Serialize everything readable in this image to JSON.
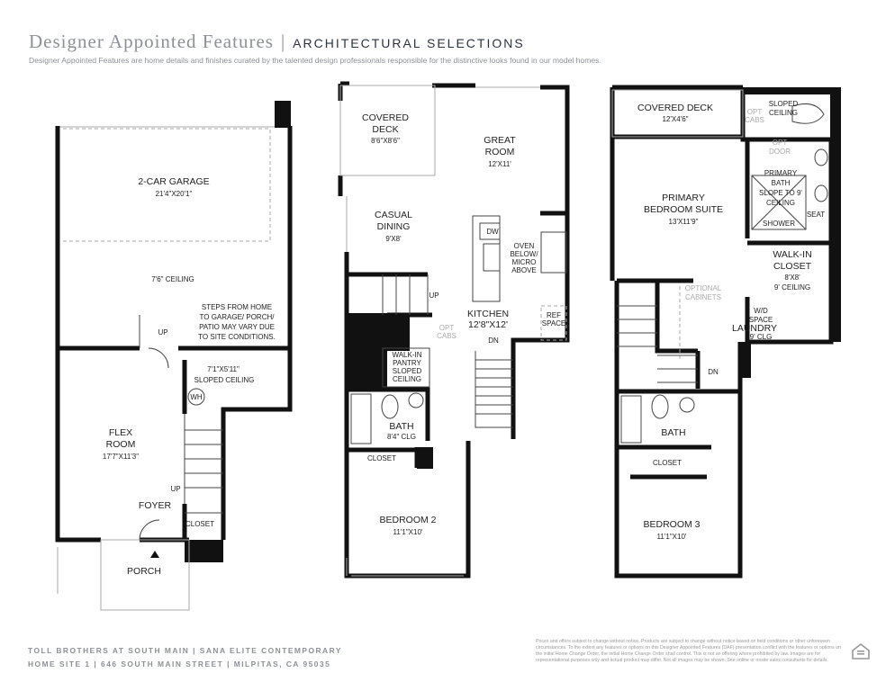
{
  "header": {
    "title": "Designer Appointed Features",
    "separator": "|",
    "subtitle": "ARCHITECTURAL SELECTIONS",
    "description": "Designer Appointed Features are home details and finishes curated by the talented design professionals responsible for the distinctive looks found in our model homes."
  },
  "first_floor": {
    "garage": {
      "name": "2-CAR GARAGE",
      "dims": "21'4\"X20'1\"",
      "ceiling": "7'6\" CEILING"
    },
    "steps_note": [
      "STEPS FROM HOME",
      "TO GARAGE/ PORCH/",
      "PATIO MAY VARY DUE",
      "TO SITE CONDITIONS."
    ],
    "storage": {
      "dims": "7'1\"X5'11\"",
      "note": "SLOPED CEILING",
      "wh": "WH"
    },
    "flex": {
      "name": "FLEX",
      "name2": "ROOM",
      "dims": "17'7\"X11'3\""
    },
    "up1": "UP",
    "up2": "UP",
    "foyer": "FOYER",
    "closet": "CLOSET",
    "porch": "PORCH"
  },
  "second_floor": {
    "covered_deck": {
      "name": "COVERED",
      "name2": "DECK",
      "dims": "8'6\"X8'6\""
    },
    "great_room": {
      "name": "GREAT",
      "name2": "ROOM",
      "dims": "12'X11'"
    },
    "casual_dining": {
      "name": "CASUAL",
      "name2": "DINING",
      "dims": "9'X8'"
    },
    "dw": "DW",
    "oven": [
      "OVEN",
      "BELOW/",
      "MICRO",
      "ABOVE"
    ],
    "up": "UP",
    "kitchen": {
      "name": "KITCHEN",
      "dims": "12'8\"X12'"
    },
    "opt_cabs": [
      "OPT",
      "CABS"
    ],
    "ref_space": [
      "REF",
      "SPACE"
    ],
    "dn": "DN",
    "pantry": [
      "WALK-IN",
      "PANTRY",
      "SLOPED",
      "CEILING"
    ],
    "bath": {
      "name": "BATH",
      "note": "8'4\" CLG"
    },
    "closet": "CLOSET",
    "bedroom2": {
      "name": "BEDROOM 2",
      "dims": "11'1\"X10'"
    }
  },
  "third_floor": {
    "covered_deck": {
      "name": "COVERED DECK",
      "dims": "12'X4'6\""
    },
    "opt_cabs": [
      "OPT",
      "CABS"
    ],
    "sloped_ceiling": [
      "SLOPED",
      "CEILING"
    ],
    "opt_door": [
      "OPT",
      "DOOR"
    ],
    "primary_bath": [
      "PRIMARY",
      "BATH",
      "SLOPE TO 9'",
      "CEILING"
    ],
    "primary_suite": {
      "name": "PRIMARY",
      "name2": "BEDROOM SUITE",
      "dims": "13'X11'9\""
    },
    "shower": "SHOWER",
    "seat": "SEAT",
    "walk_in_closet": {
      "name": "WALK-IN",
      "name2": "CLOSET",
      "dims": "8'X8'",
      "note": "9' CEILING"
    },
    "optional_cabinets": [
      "OPTIONAL",
      "CABINETS"
    ],
    "wd_space": [
      "W/D",
      "SPACE"
    ],
    "laundry": {
      "name": "LAUNDRY",
      "note": "9' CLG"
    },
    "dn": "DN",
    "bath": "BATH",
    "closet": "CLOSET",
    "bedroom3": {
      "name": "BEDROOM 3",
      "dims": "11'1\"X10'"
    }
  },
  "footer": {
    "line1": "TOLL BROTHERS AT SOUTH MAIN | SANA ELITE CONTEMPORARY",
    "line2": "HOME SITE 1 | 646 SOUTH MAIN STREET | MILPITAS, CA 95035",
    "legal": "Prices and offers subject to change without notice. Products are subject to change without notice based on field conditions or other unforeseen circumstances. To the extent any features or options on this Designer Appointed Features (DAF) presentation conflict with the features or options on the initial Home Change Order, the initial Home Change Order shall control. This is not an offering where prohibited by law. Images are for representational purposes only and actual product may differ. Not all images may be shown. See online or onsite sales consultants for details.",
    "logo_icon": "equal-housing-opportunity-icon"
  }
}
